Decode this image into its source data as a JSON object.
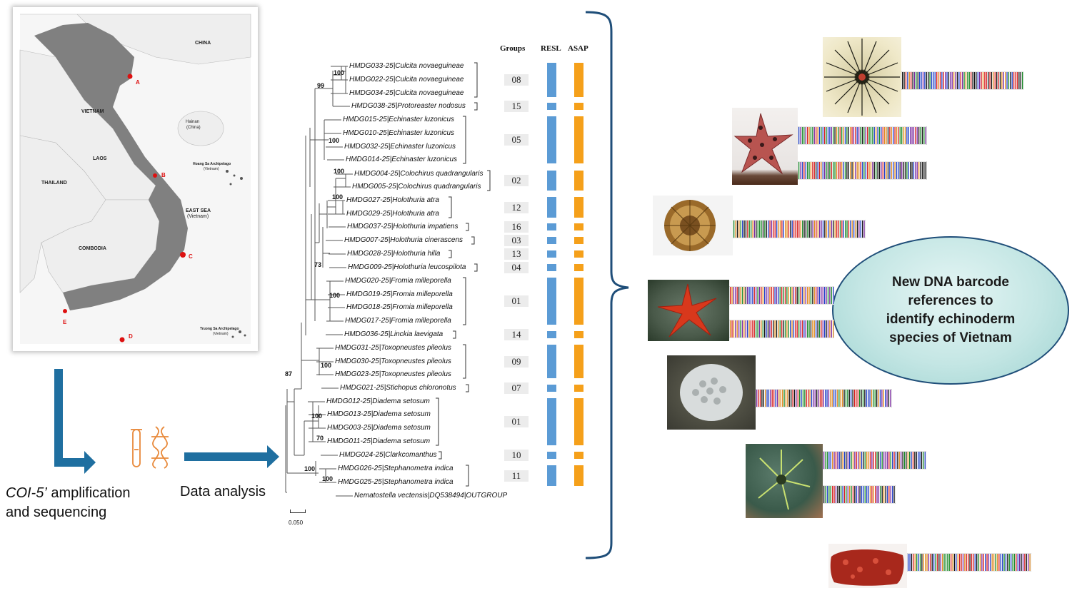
{
  "map": {
    "labels": {
      "china": "CHINA",
      "vietnam": "VIETNAM",
      "hainan": "Hainan",
      "hainan_sub": "(China)",
      "laos": "LAOS",
      "thailand": "THAILAND",
      "combodia": "COMBODIA",
      "east_sea": "EAST SEA",
      "east_sea_sub": "(Vietnam)",
      "hoang_sa": "Hoang Sa Archipelago",
      "hoang_sa_sub": "(Vietnam)",
      "truong_sa": "Truong Sa Archipelago",
      "truong_sa_sub": "(Vietnam)"
    },
    "points": [
      "A",
      "B",
      "C",
      "D",
      "E"
    ],
    "colors": {
      "land": "#808080",
      "neighbors": "#eeeeee",
      "sea": "#f6f6f6",
      "points": "#dd1111"
    }
  },
  "steps": {
    "step1_italic": "COI-5’",
    "step1_rest": " amplification",
    "step1_line2": "and sequencing",
    "step2": "Data analysis"
  },
  "tree": {
    "headers": {
      "groups": "Groups",
      "resl": "RESL",
      "asap": "ASAP"
    },
    "taxa": [
      "HMDG033-25|Culcita novaeguineae",
      "HMDG022-25|Culcita novaeguineae",
      "HMDG034-25|Culcita novaeguineae",
      "HMDG038-25|Protoreaster nodosus",
      "HMDG015-25|Echinaster luzonicus",
      "HMDG010-25|Echinaster luzonicus",
      "HMDG032-25|Echinaster luzonicus",
      "HMDG014-25|Echinaster luzonicus",
      "HMDG004-25|Colochirus quadrangularis",
      "HMDG005-25|Colochirus quadrangularis",
      "HMDG027-25|Holothuria atra",
      "HMDG029-25|Holothuria atra",
      "HMDG037-25|Holothuria impatiens",
      "HMDG007-25|Holothuria cinerascens",
      "HMDG028-25|Holothuria hilla",
      "HMDG009-25|Holothuria leucospilota",
      "HMDG020-25|Fromia milleporella",
      "HMDG019-25|Fromia milleporella",
      "HMDG018-25|Fromia milleporella",
      "HMDG017-25|Fromia milleporella",
      "HMDG036-25|Linckia laevigata",
      "HMDG031-25|Toxopneustes pileolus",
      "HMDG030-25|Toxopneustes pileolus",
      "HMDG023-25|Toxopneustes pileolus",
      "HMDG021-25|Stichopus chloronotus",
      "HMDG012-25|Diadema setosum",
      "HMDG013-25|Diadema setosum",
      "HMDG003-25|Diadema setosum",
      "HMDG011-25|Diadema setosum",
      "HMDG024-25|Clarkcomanthus",
      "HMDG026-25|Stephanometra indica",
      "HMDG025-25|Stephanometra indica",
      "Nematostella vectensis|DQ538494|OUTGROUP"
    ],
    "bootstrap": [
      "100",
      "99",
      "100",
      "100",
      "100",
      "73",
      "100",
      "100",
      "87",
      "100",
      "70",
      "100",
      "100"
    ],
    "groups": [
      {
        "label": "08",
        "from": 0,
        "to": 2
      },
      {
        "label": "15",
        "from": 3,
        "to": 3
      },
      {
        "label": "05",
        "from": 4,
        "to": 7
      },
      {
        "label": "02",
        "from": 8,
        "to": 9
      },
      {
        "label": "12",
        "from": 10,
        "to": 11
      },
      {
        "label": "16",
        "from": 12,
        "to": 12
      },
      {
        "label": "03",
        "from": 13,
        "to": 13
      },
      {
        "label": "13",
        "from": 14,
        "to": 14
      },
      {
        "label": "04",
        "from": 15,
        "to": 15
      },
      {
        "label": "01",
        "from": 16,
        "to": 19
      },
      {
        "label": "14",
        "from": 20,
        "to": 20
      },
      {
        "label": "09",
        "from": 21,
        "to": 23
      },
      {
        "label": "07",
        "from": 24,
        "to": 24
      },
      {
        "label": "01",
        "from": 25,
        "to": 28
      },
      {
        "label": "10",
        "from": 29,
        "to": 29
      },
      {
        "label": "11",
        "from": 30,
        "to": 31
      }
    ],
    "scale_label": "0.050",
    "colors": {
      "resl": "#5b9bd5",
      "asap": "#f5a01a",
      "branch": "#555555"
    }
  },
  "ellipse": {
    "lines": [
      "New DNA barcode",
      "references to",
      "identify echinoderm",
      "species of Vietnam"
    ]
  },
  "colors": {
    "arrow": "#1f6fa0",
    "brace": "#1f4e79",
    "dna_icon": "#e8893a"
  }
}
